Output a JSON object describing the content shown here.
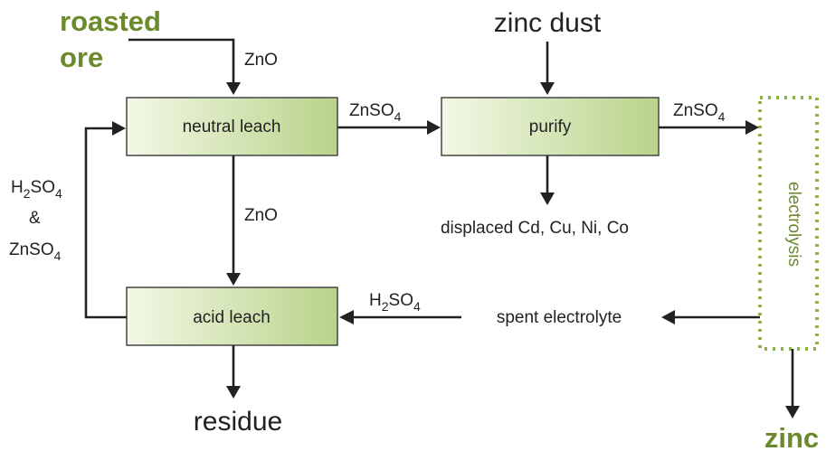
{
  "diagram": {
    "colors": {
      "box_fill_light": "#f2f8e6",
      "box_fill_dark": "#b9d38a",
      "accent_green": "#6a8a2c",
      "dotted_border": "#8cb545",
      "line": "#222222"
    },
    "inputs": {
      "roasted_ore_line1": "roasted",
      "roasted_ore_line2": "ore",
      "zinc_dust": "zinc dust"
    },
    "boxes": {
      "neutral_leach": "neutral leach",
      "purify": "purify",
      "acid_leach": "acid leach",
      "electrolysis": "electrolysis"
    },
    "flows": {
      "zno_into_neutral": "ZnO",
      "zno_neutral_to_acid": "ZnO",
      "znso4_to_purify": "ZnSO",
      "znso4_to_electrolysis": "ZnSO",
      "h2so4_return": "H",
      "spent_electrolyte": "spent electrolyte",
      "displaced_metals": "displaced Cd, Cu, Ni, Co",
      "recycle_h2so4": "H",
      "recycle_and": "&",
      "recycle_znso4": "ZnSO"
    },
    "subscripts": {
      "four": "4",
      "two": "2",
      "so4": "SO"
    },
    "outputs": {
      "residue": "residue",
      "zinc": "zinc"
    }
  }
}
